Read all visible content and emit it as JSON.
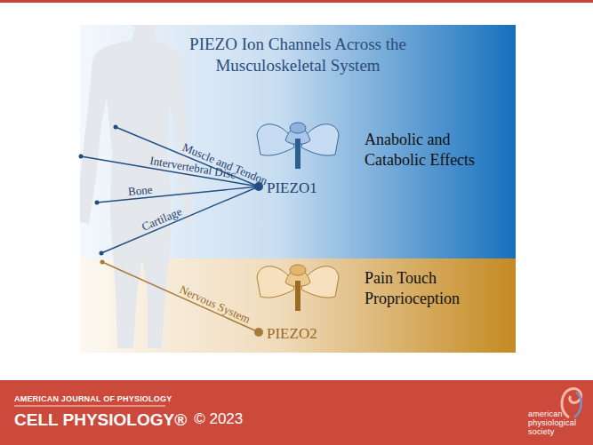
{
  "diagram": {
    "title": "PIEZO Ion Channels Across the Musculoskeletal System",
    "nodes": [
      {
        "text": [
          "PIEZO1"
        ]
      },
      {
        "text": [
          "Anabolic and Catabolic Effects"
        ]
      },
      {
        "text": [
          "PIEZO2"
        ]
      },
      {
        "text": [
          "Pain Touch Proprioception"
        ]
      }
    ],
    "labels": [
      "Muscle and Tendon",
      "Intervertebral Disc",
      "Bone",
      "Cartilage",
      "Nervous System",
      "AMERICAN JOURNAL OF PHYSIOLOGY",
      "CELL PHYSIOLOGY®",
      "© 2023",
      "american physiological society"
    ]
  }
}
